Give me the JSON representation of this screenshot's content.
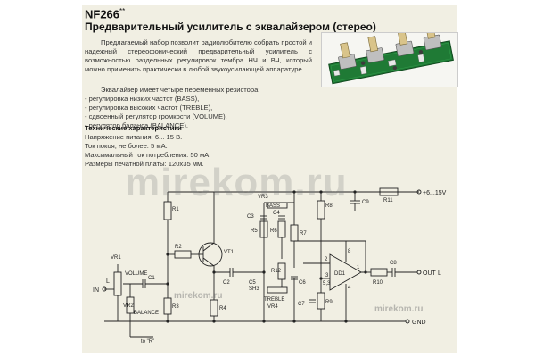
{
  "header": {
    "code": "NF266",
    "code_mark": "**",
    "title": "Предварительный усилитель с эквалайзером (стерео)"
  },
  "intro": "Предлагаемый набор позволит радиолюбителю собрать простой и надежный стереофонический предварительный усилитель с возможностью раздельных регулировок тембра НЧ и ВЧ, который можно применить практически в любой звукоусилающей аппаратуре.",
  "features": {
    "lead": "Эквалайзер имеет четыре переменных резистора:",
    "items": [
      "- регулировка низких частот (BASS),",
      "- регулировка высоких частот (TREBLE),",
      "- сдвоенный регулятор громкости (VOLUME),",
      "- регулятор баланса (BALANCE)."
    ]
  },
  "specs": {
    "heading": "Технические характеристики",
    "items": [
      "Напряжение питания: 6... 15 В.",
      "Ток покоя, не более: 5 мА.",
      "Максимальный ток потребления: 50 мА.",
      "Размеры печатной платы: 120х35 мм."
    ]
  },
  "watermarks": {
    "big": "mirekom.ru",
    "small": "mirekom.ru"
  },
  "schematic": {
    "labels": {
      "vr1": "VR1",
      "volume": "VOLUME",
      "in": "IN",
      "in_l": "L",
      "vr2": "VR2",
      "balance": "BALANCE",
      "to_r": "to \"R\"",
      "c1": "C1",
      "r1": "R1",
      "r2": "R2",
      "r3": "R3",
      "r4": "R4",
      "vt1": "VT1",
      "c2": "C2",
      "vr3": "VR3",
      "bass": "BASS",
      "c3": "C3",
      "c4": "C4",
      "r5": "R5",
      "r6": "R6",
      "r7": "R7",
      "r12": "R12",
      "c5": "C5",
      "sh3": "SH3",
      "c6": "C6",
      "treble": "TREBLE",
      "vr4": "VR4",
      "c7": "C7",
      "r8": "R8",
      "r9": "R9",
      "c9": "C9",
      "r11": "R11",
      "power": "+6...15V",
      "dd1": "DD1",
      "p1": "1",
      "p2": "2",
      "p3": "3",
      "p4": "4",
      "p8": "8",
      "p53": "5,3",
      "r10": "R10",
      "c8": "C8",
      "out": "OUT",
      "out_l": "L",
      "gnd": "GND"
    }
  },
  "colors": {
    "page": "#f1efe3",
    "line": "#222222",
    "watermark": "#8a8a8a"
  }
}
